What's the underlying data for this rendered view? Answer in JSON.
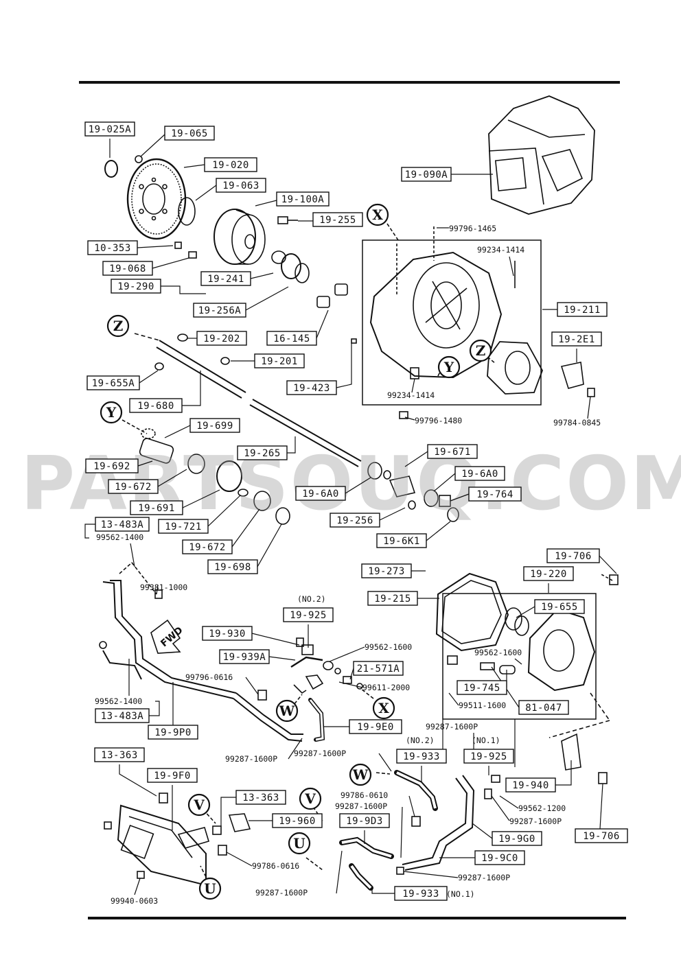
{
  "watermark": "PARTSOUQ.COM",
  "fwd_label": "FWD",
  "boxed_parts": [
    "19-025A",
    "19-065",
    "19-020",
    "19-063",
    "19-100A",
    "19-255",
    "10-353",
    "19-068",
    "19-290",
    "19-241",
    "19-256A",
    "16-145",
    "19-090A",
    "19-211",
    "19-202",
    "19-201",
    "19-655A",
    "19-680",
    "19-423",
    "19-2E1",
    "19-699",
    "19-265",
    "19-692",
    "19-672",
    "19-691",
    "19-6A0",
    "19-671",
    "19-6A0",
    "19-764",
    "19-256",
    "19-721",
    "19-6K1",
    "19-672",
    "19-698",
    "13-483A",
    "19-273",
    "19-215",
    "19-706",
    "19-220",
    "19-655",
    "19-925",
    "19-930",
    "19-939A",
    "21-571A",
    "19-745",
    "81-047",
    "13-483A",
    "19-9P0",
    "19-9E0",
    "13-363",
    "19-9F0",
    "19-933",
    "19-925",
    "19-940",
    "13-363",
    "19-960",
    "19-9D3",
    "19-9G0",
    "19-9C0",
    "19-706",
    "19-933"
  ],
  "plain_labels": [
    "99796-1465",
    "99234-1414",
    "99234-1414",
    "99796-1480",
    "99784-0845",
    "99562-1400",
    "99381-1000",
    "(NO.2)",
    "99562-1600",
    "99562-1600",
    "99796-0616",
    "99611-2000",
    "99511-1600",
    "99562-1400",
    "99287-1600P",
    "99287-1600P",
    "99287-1600P",
    "(NO.2)",
    "(NO.1)",
    "99786-0610",
    "99287-1600P",
    "99562-1200",
    "99287-1600P",
    "99786-0616",
    "99287-1600P",
    "99940-0603",
    "99287-1600P",
    "(NO.1)"
  ],
  "circle_letters": [
    "X",
    "Z",
    "Y",
    "Z",
    "Y",
    "W",
    "X",
    "W",
    "V",
    "V",
    "U",
    "U"
  ]
}
